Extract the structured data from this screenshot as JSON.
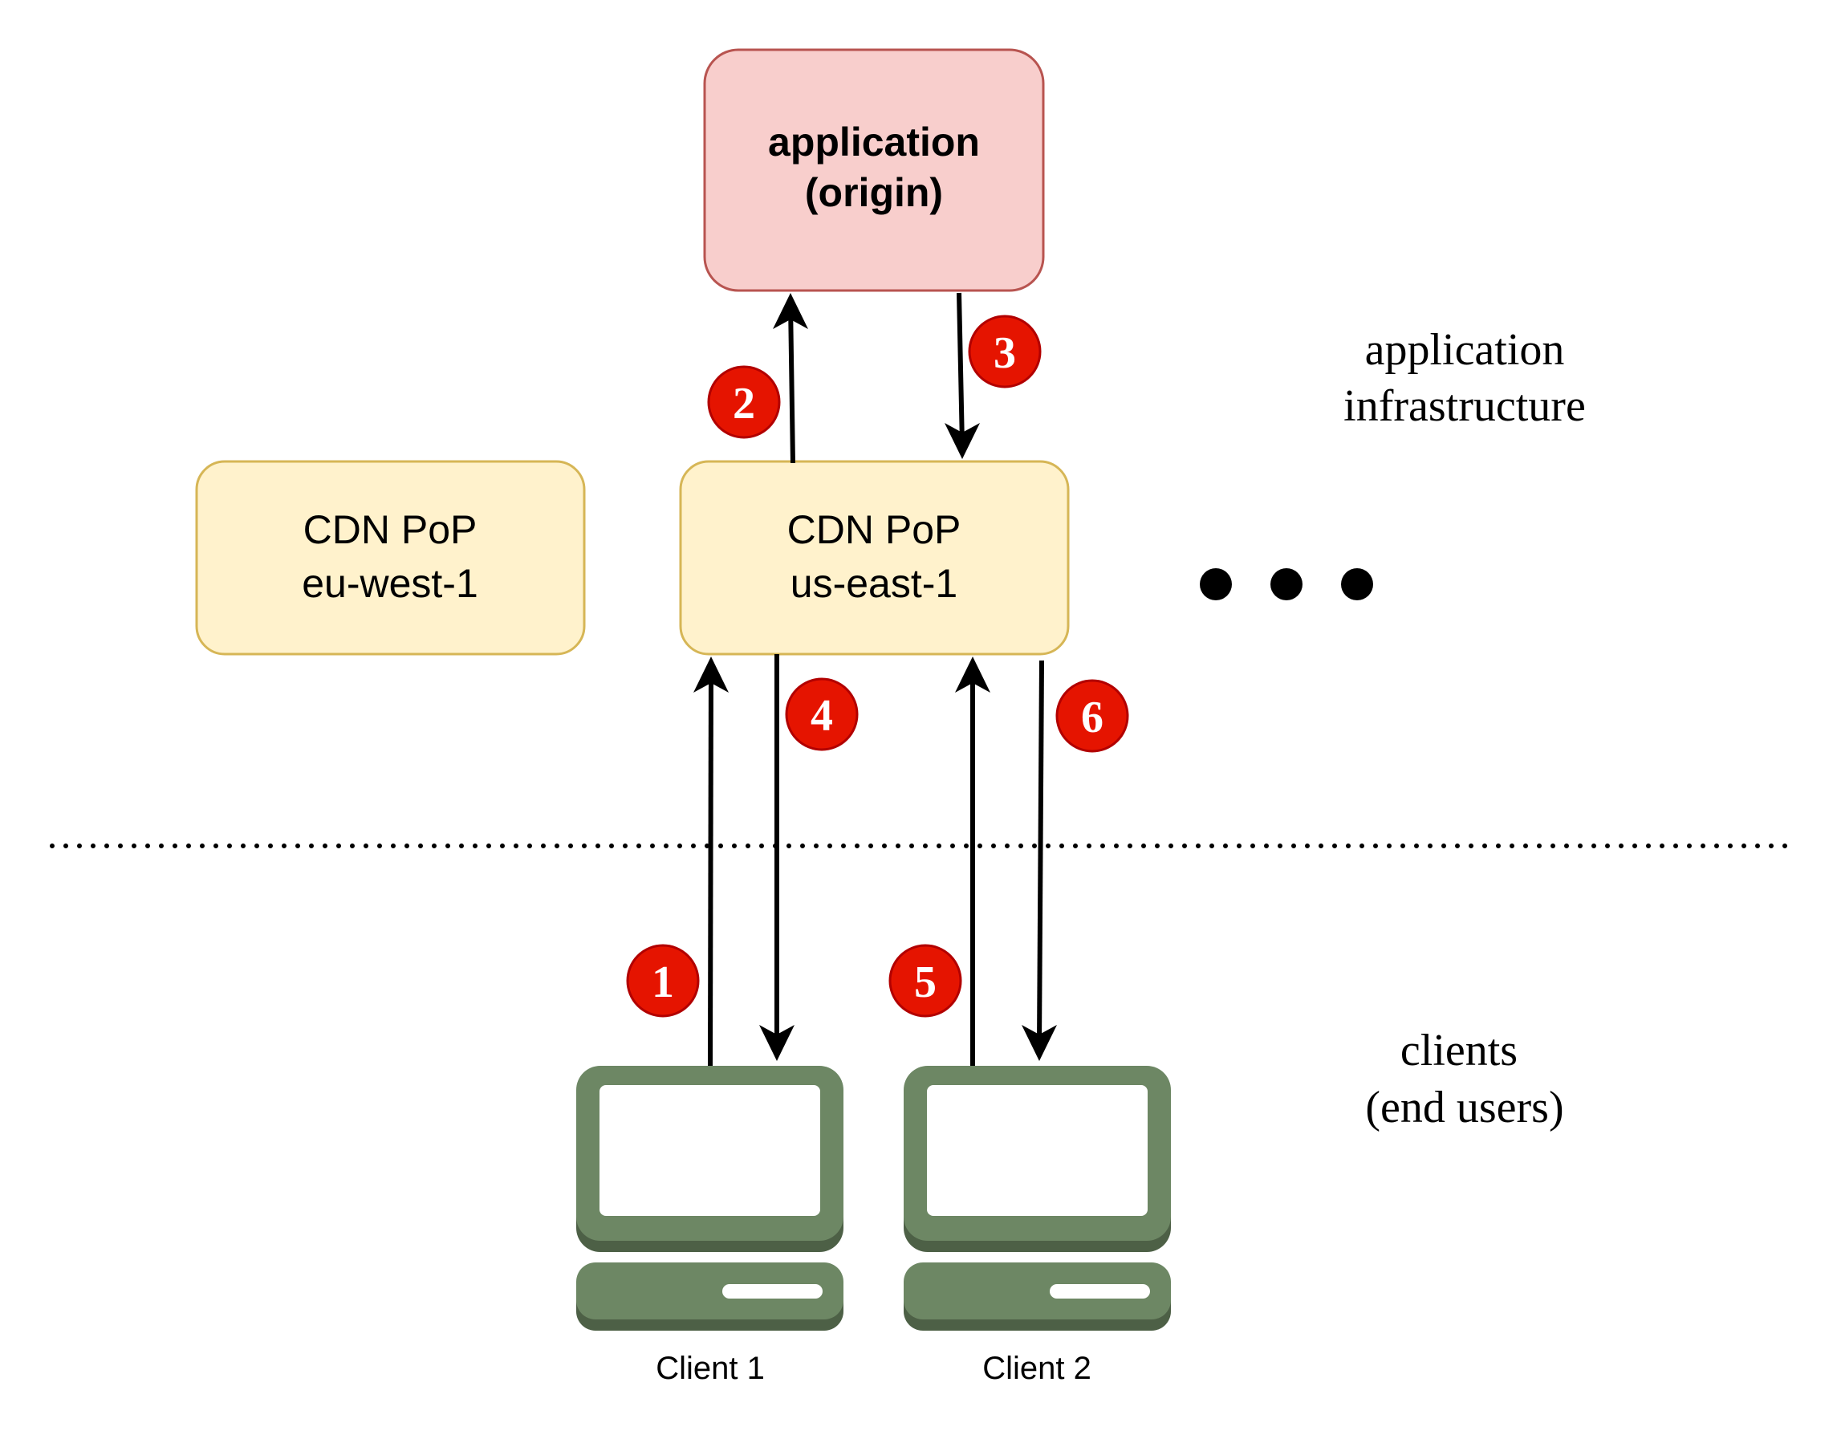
{
  "origin": {
    "line1": "application",
    "line2": "(origin)",
    "fill": "#f8cecc",
    "stroke": "#b85450"
  },
  "pops": [
    {
      "line1": "CDN PoP",
      "line2": "eu-west-1"
    },
    {
      "line1": "CDN PoP",
      "line2": "us-east-1"
    }
  ],
  "pop_style": {
    "fill": "#fff2cc",
    "stroke": "#d6b656"
  },
  "side_labels": {
    "infrastructure": {
      "line1": "application",
      "line2": "infrastructure"
    },
    "clients": {
      "line1": "clients",
      "line2": "(end users)"
    }
  },
  "steps": [
    "1",
    "2",
    "3",
    "4",
    "5",
    "6"
  ],
  "step_style": {
    "fill": "#e51400",
    "stroke": "#b20000",
    "text": "#ffffff"
  },
  "clients": [
    {
      "label": "Client 1"
    },
    {
      "label": "Client 2"
    }
  ],
  "client_style": {
    "fill": "#6d8764",
    "dark": "#4d6046",
    "screen": "#ffffff"
  },
  "more_indicator": "ellipsis-dots"
}
